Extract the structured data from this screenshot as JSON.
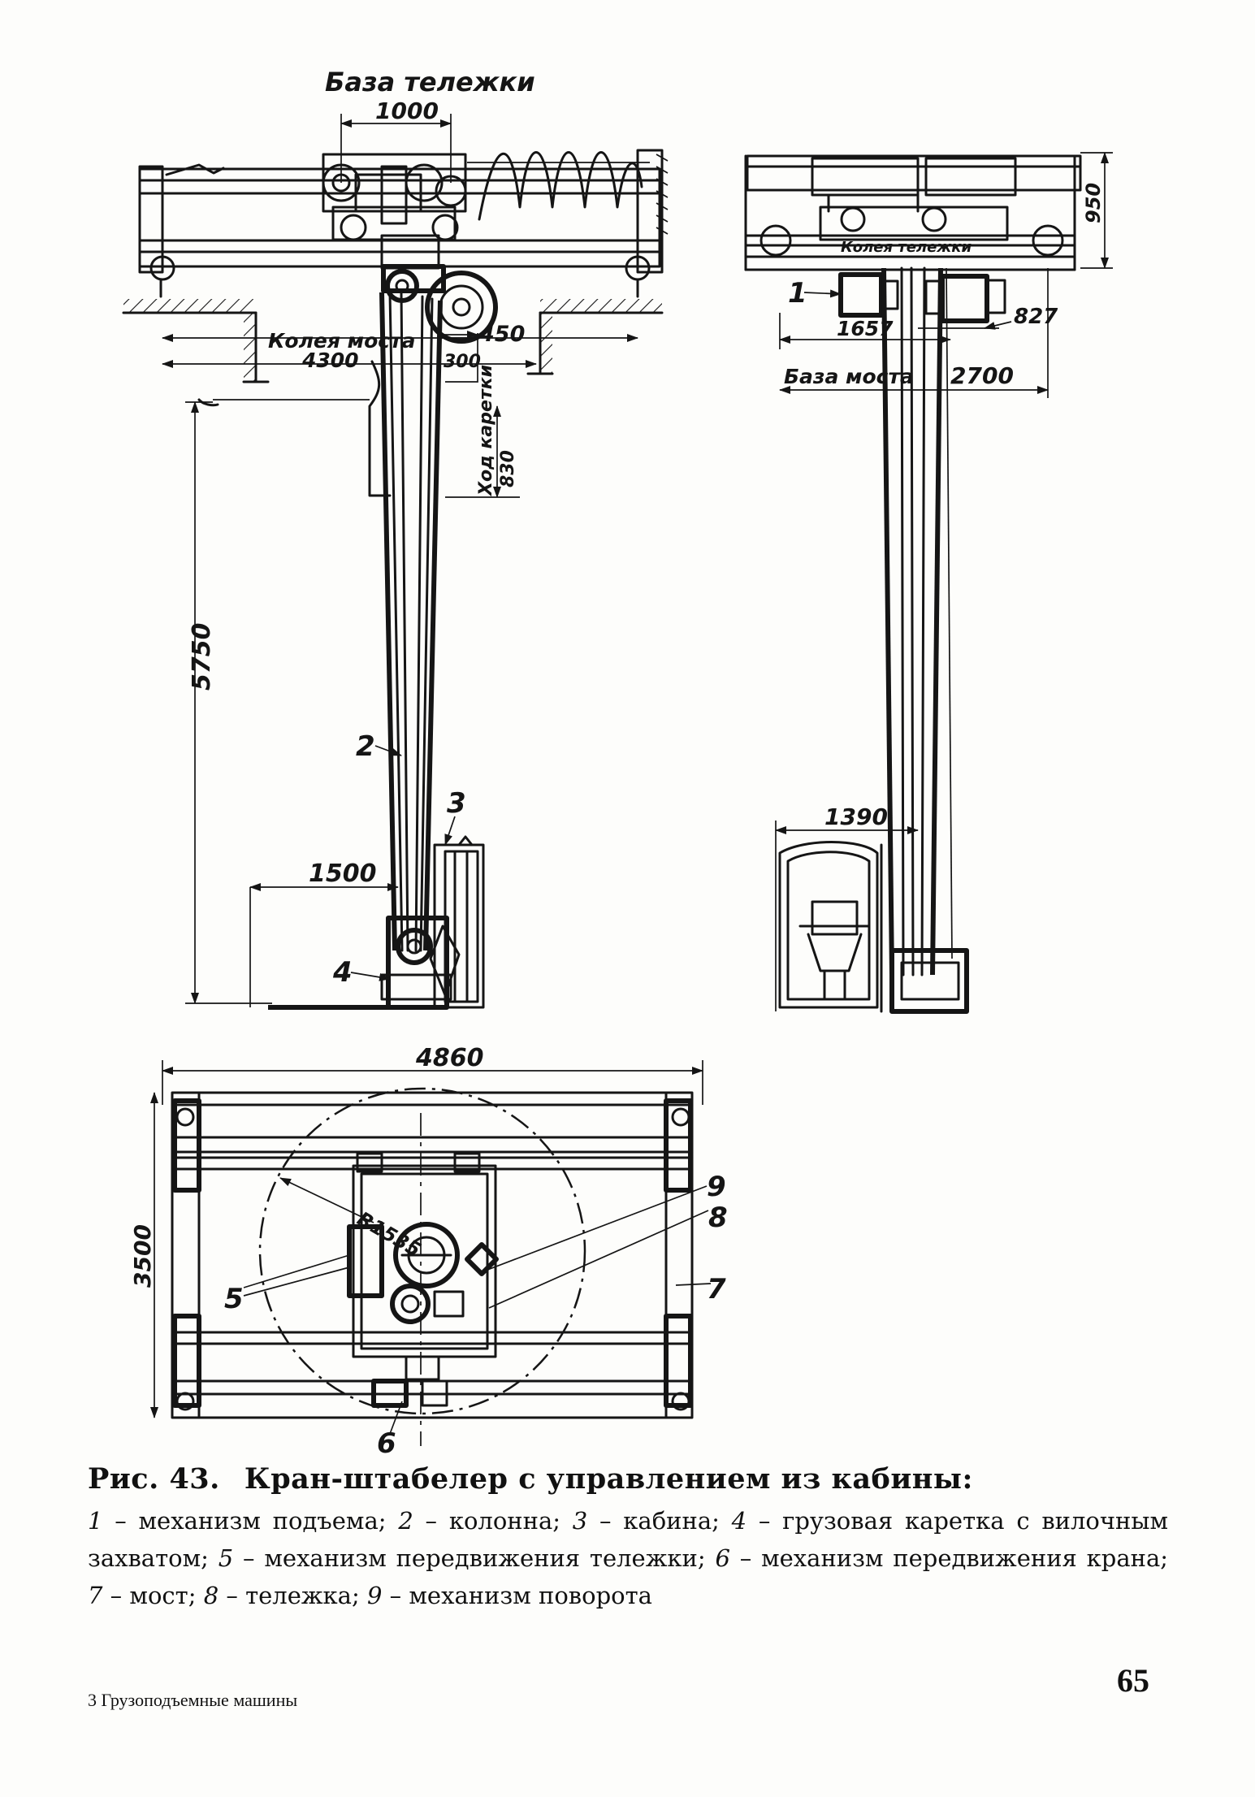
{
  "drawing": {
    "front_view": {
      "label_trolley_base": "База тележки",
      "dim_1000": "1000",
      "label_bridge_gauge": "Колея моста",
      "dim_4300": "4300",
      "dim_450": "450",
      "dim_300": "300",
      "label_carriage_stroke": "Ход каретки",
      "dim_830": "830",
      "dim_5750": "5750",
      "dim_1500": "1500"
    },
    "side_view": {
      "label_trolley_gauge": "Колея тележки",
      "dim_950": "950",
      "dim_827": "827",
      "dim_1657": "1657",
      "label_bridge_base": "База моста",
      "dim_2700": "2700",
      "dim_1390": "1390"
    },
    "plan_view": {
      "dim_4860": "4860",
      "dim_3500": "3500",
      "dim_R1535": "R1535"
    },
    "callouts": [
      "1",
      "2",
      "3",
      "4",
      "5",
      "6",
      "7",
      "8",
      "9"
    ]
  },
  "caption": {
    "figure_label": "Рис. 43.",
    "title": "Кран-штабелер с управлением из кабины:",
    "legend": [
      {
        "num": "1",
        "text": "механизм подъема"
      },
      {
        "num": "2",
        "text": "колонна"
      },
      {
        "num": "3",
        "text": "кабина"
      },
      {
        "num": "4",
        "text": "грузовая каретка с вилочным захватом"
      },
      {
        "num": "5",
        "text": "механизм передвижения тележки"
      },
      {
        "num": "6",
        "text": "механизм передвижения крана"
      },
      {
        "num": "7",
        "text": "мост"
      },
      {
        "num": "8",
        "text": "тележка"
      },
      {
        "num": "9",
        "text": "механизм поворота"
      }
    ]
  },
  "footer": {
    "left": "3 Грузоподъемные машины",
    "page_number": "65"
  }
}
